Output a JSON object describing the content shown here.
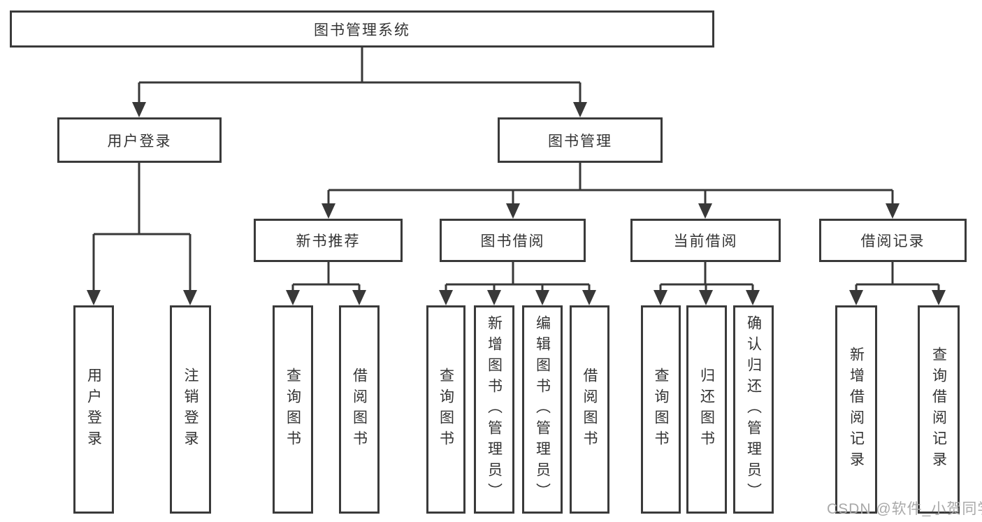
{
  "colors": {
    "line": "#383838",
    "box_border": "#3a3a3a",
    "text": "#333333",
    "watermark": "#a9a9a9",
    "background": "#ffffff"
  },
  "watermark": "CSDN @软件_小贺同学",
  "tree": {
    "root": "图书管理系统",
    "children": [
      {
        "label": "用户登录",
        "children": [
          "用户登录",
          "注销登录"
        ]
      },
      {
        "label": "图书管理",
        "children": [
          {
            "label": "新书推荐",
            "children": [
              "查询图书",
              "借阅图书"
            ]
          },
          {
            "label": "图书借阅",
            "children": [
              "查询图书",
              "新增图书（管理员）",
              "编辑图书（管理员）",
              "借阅图书"
            ]
          },
          {
            "label": "当前借阅",
            "children": [
              "查询图书",
              "归还图书",
              "确认归还（管理员）"
            ]
          },
          {
            "label": "借阅记录",
            "children": [
              "新增借阅记录",
              "查询借阅记录"
            ]
          }
        ]
      }
    ]
  }
}
